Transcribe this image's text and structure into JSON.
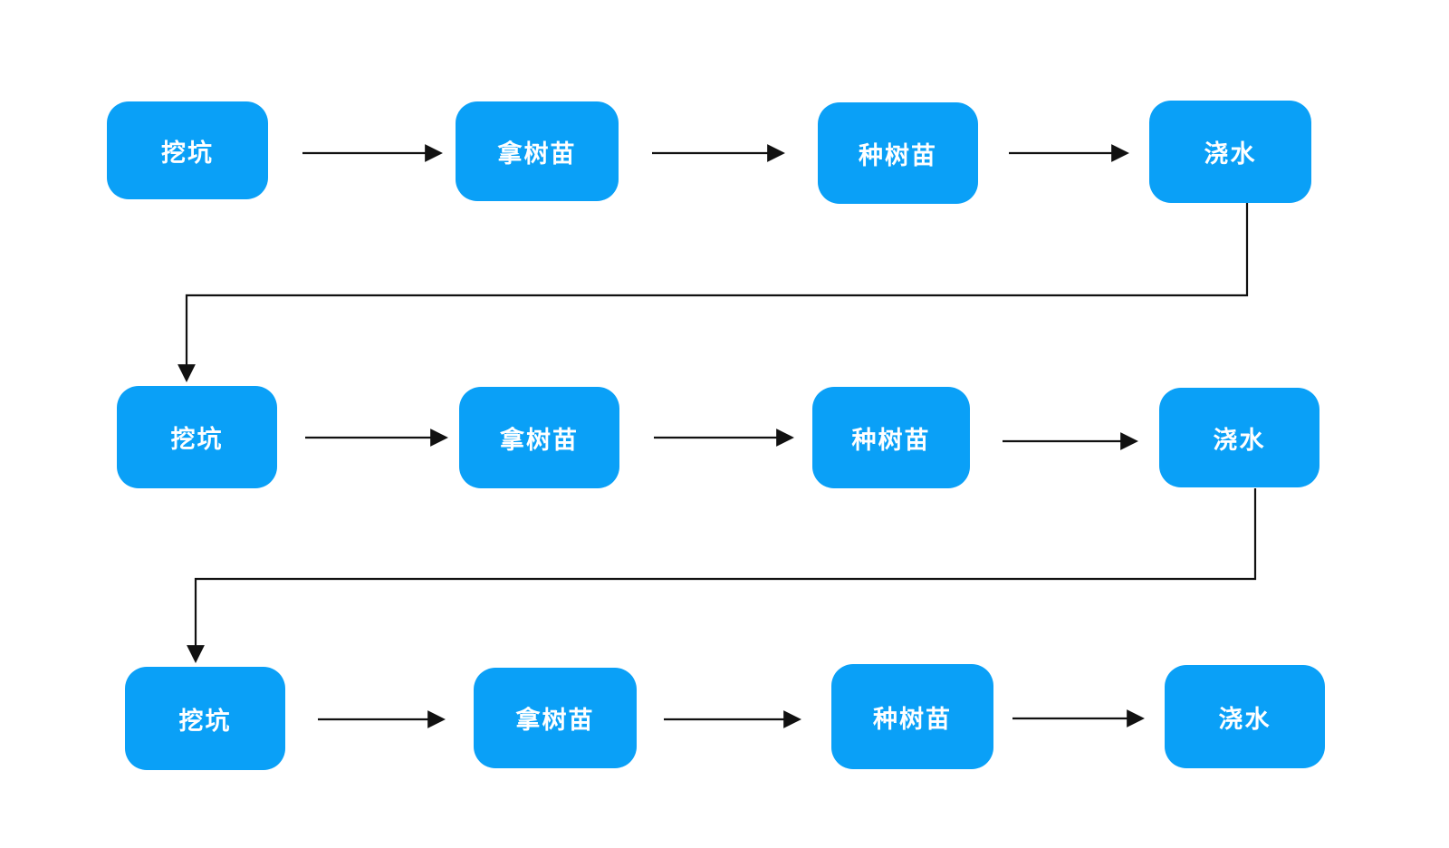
{
  "diagram": {
    "type": "flowchart",
    "colors": {
      "background": "#ffffff",
      "node_fill": "#0aa0f7",
      "node_text": "#ffffff",
      "connector": "#111111"
    },
    "rows": [
      {
        "nodes": [
          {
            "label": "挖坑"
          },
          {
            "label": "拿树苗"
          },
          {
            "label": "种树苗"
          },
          {
            "label": "浇水"
          }
        ]
      },
      {
        "nodes": [
          {
            "label": "挖坑"
          },
          {
            "label": "拿树苗"
          },
          {
            "label": "种树苗"
          },
          {
            "label": "浇水"
          }
        ]
      },
      {
        "nodes": [
          {
            "label": "挖坑"
          },
          {
            "label": "拿树苗"
          },
          {
            "label": "种树苗"
          },
          {
            "label": "浇水"
          }
        ]
      }
    ],
    "edges": [
      {
        "from": "row1.挖坑",
        "to": "row1.拿树苗"
      },
      {
        "from": "row1.拿树苗",
        "to": "row1.种树苗"
      },
      {
        "from": "row1.种树苗",
        "to": "row1.浇水"
      },
      {
        "from": "row1.浇水",
        "to": "row2.挖坑"
      },
      {
        "from": "row2.挖坑",
        "to": "row2.拿树苗"
      },
      {
        "from": "row2.拿树苗",
        "to": "row2.种树苗"
      },
      {
        "from": "row2.种树苗",
        "to": "row2.浇水"
      },
      {
        "from": "row2.浇水",
        "to": "row3.挖坑"
      },
      {
        "from": "row3.挖坑",
        "to": "row3.拿树苗"
      },
      {
        "from": "row3.拿树苗",
        "to": "row3.种树苗"
      },
      {
        "from": "row3.种树苗",
        "to": "row3.浇水"
      }
    ]
  }
}
